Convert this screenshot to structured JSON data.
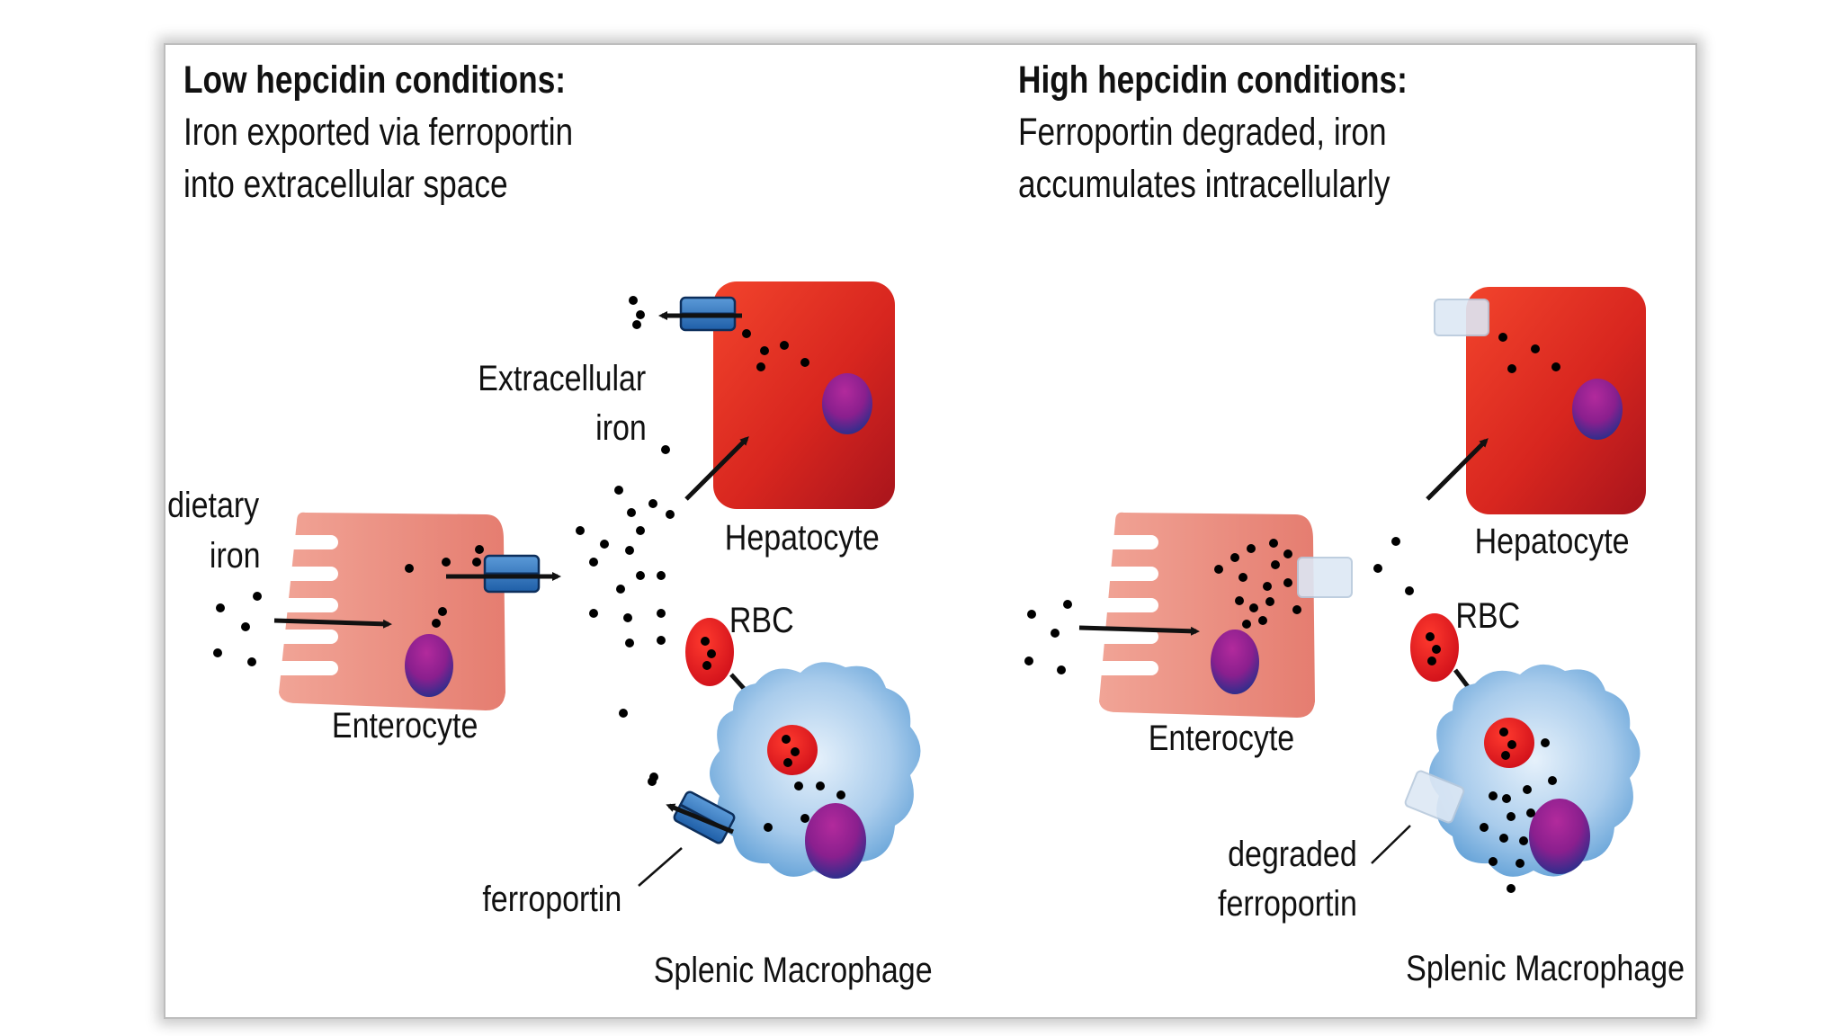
{
  "left_panel": {
    "title": "Low hepcidin conditions:",
    "subtitle_line1": "Iron exported via ferroportin",
    "subtitle_line2": "into extracellular space",
    "labels": {
      "dietary_line1": "dietary",
      "dietary_line2": "iron",
      "extracellular_line1": "Extracellular",
      "extracellular_line2": "iron",
      "hepatocyte": "Hepatocyte",
      "enterocyte": "Enterocyte",
      "rbc": "RBC",
      "ferroportin": "ferroportin",
      "macrophage": "Splenic Macrophage"
    }
  },
  "right_panel": {
    "title": "High hepcidin conditions:",
    "subtitle_line1": "Ferroportin degraded, iron",
    "subtitle_line2": "accumulates intracellularly",
    "labels": {
      "hepatocyte": "Hepatocyte",
      "enterocyte": "Enterocyte",
      "rbc": "RBC",
      "degraded_line1": "degraded",
      "degraded_line2": "ferroportin",
      "macrophage": "Splenic Macrophage"
    }
  },
  "colors": {
    "hepatocyte_light": "#ee3a25",
    "hepatocyte_dark": "#a8141c",
    "enterocyte": "#e98a7e",
    "nucleus_outer": "#9b1e8c",
    "nucleus_inner": "#2a2d8c",
    "rbc": "#e41a1c",
    "macrophage_light": "#bfdcf2",
    "macrophage_dark": "#5f9fd6",
    "ferroportin": "#2a72bf",
    "degraded_ferroportin": "#dde8f5",
    "iron_dot": "#000000"
  },
  "icons": [
    "hepatocyte-icon",
    "enterocyte-icon",
    "rbc-icon",
    "macrophage-icon",
    "ferroportin-icon",
    "nucleus-icon",
    "iron-dot-icon",
    "arrow-icon"
  ]
}
